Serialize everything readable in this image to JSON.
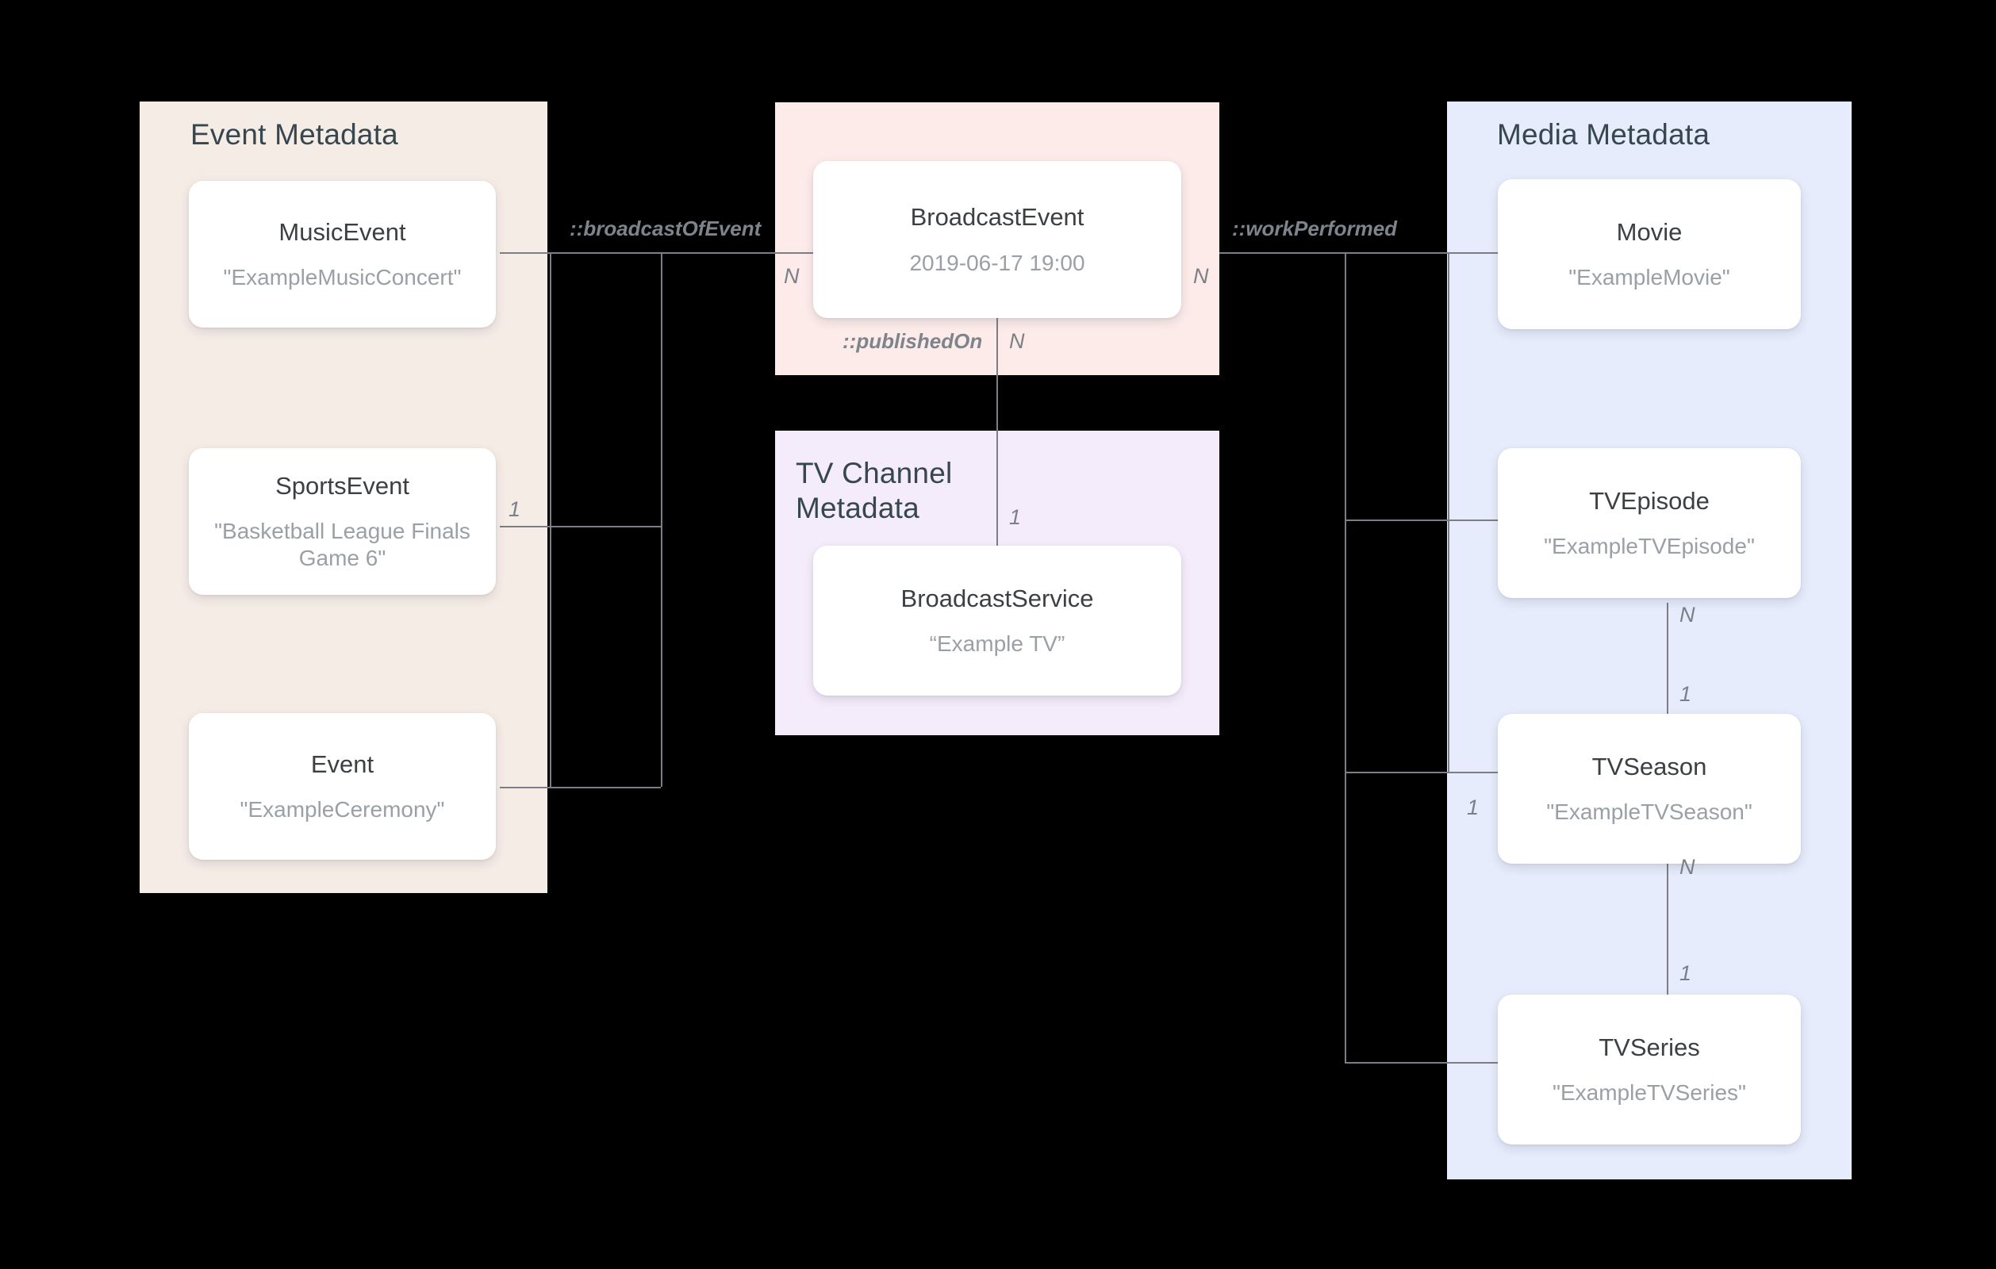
{
  "diagram": {
    "title": "Broadcast / Media entity relationship diagram",
    "colors": {
      "event_panel": "#f6ece6",
      "broadcast_panel": "#fdebe9",
      "tv_panel": "#f5ecfb",
      "media_panel": "#e6ecfb",
      "card": "#ffffff",
      "edge": "#7b7f85",
      "title_text": "#37474f",
      "node_title_text": "#3c4043",
      "node_value_text": "#9aa0a6",
      "label_text": "#8a9099",
      "background": "#000000"
    }
  },
  "groups": {
    "event": {
      "title": "Event Metadata"
    },
    "broadcast": {
      "title": ""
    },
    "tv": {
      "title": "TV Channel\nMetadata"
    },
    "media": {
      "title": "Media Metadata"
    }
  },
  "nodes": {
    "music_event": {
      "type": "MusicEvent",
      "value": "\"ExampleMusicConcert\""
    },
    "sports_event": {
      "type": "SportsEvent",
      "value": "\"Basketball League Finals Game 6\""
    },
    "event": {
      "type": "Event",
      "value": "\"ExampleCeremony\""
    },
    "broadcast_event": {
      "type": "BroadcastEvent",
      "value": "2019-06-17 19:00"
    },
    "broadcast_service": {
      "type": "BroadcastService",
      "value": "“Example TV”"
    },
    "movie": {
      "type": "Movie",
      "value": "\"ExampleMovie\""
    },
    "tv_episode": {
      "type": "TVEpisode",
      "value": "\"ExampleTVEpisode\""
    },
    "tv_season": {
      "type": "TVSeason",
      "value": "\"ExampleTVSeason\""
    },
    "tv_series": {
      "type": "TVSeries",
      "value": "\"ExampleTVSeries\""
    }
  },
  "relations": {
    "broadcast_of_event": {
      "label": "::broadcastOfEvent",
      "from_card": "1",
      "to_card": "N"
    },
    "published_on": {
      "label": "::publishedOn",
      "from_card": "N",
      "to_card": "1"
    },
    "work_performed": {
      "label": "::workPerformed",
      "from_card": "N",
      "to_card": "1"
    },
    "episode_season": {
      "from_card": "N",
      "to_card": "1"
    },
    "season_series": {
      "from_card": "N",
      "to_card": "1"
    }
  },
  "cardinality_labels": {
    "broadcast_left_N": "N",
    "sports_left_1": "1",
    "broadcast_right_N": "N",
    "published_N": "N",
    "service_1": "1",
    "episode_N": "N",
    "season_1_top": "1",
    "season_left_1": "1",
    "season_N": "N",
    "series_1": "1"
  }
}
